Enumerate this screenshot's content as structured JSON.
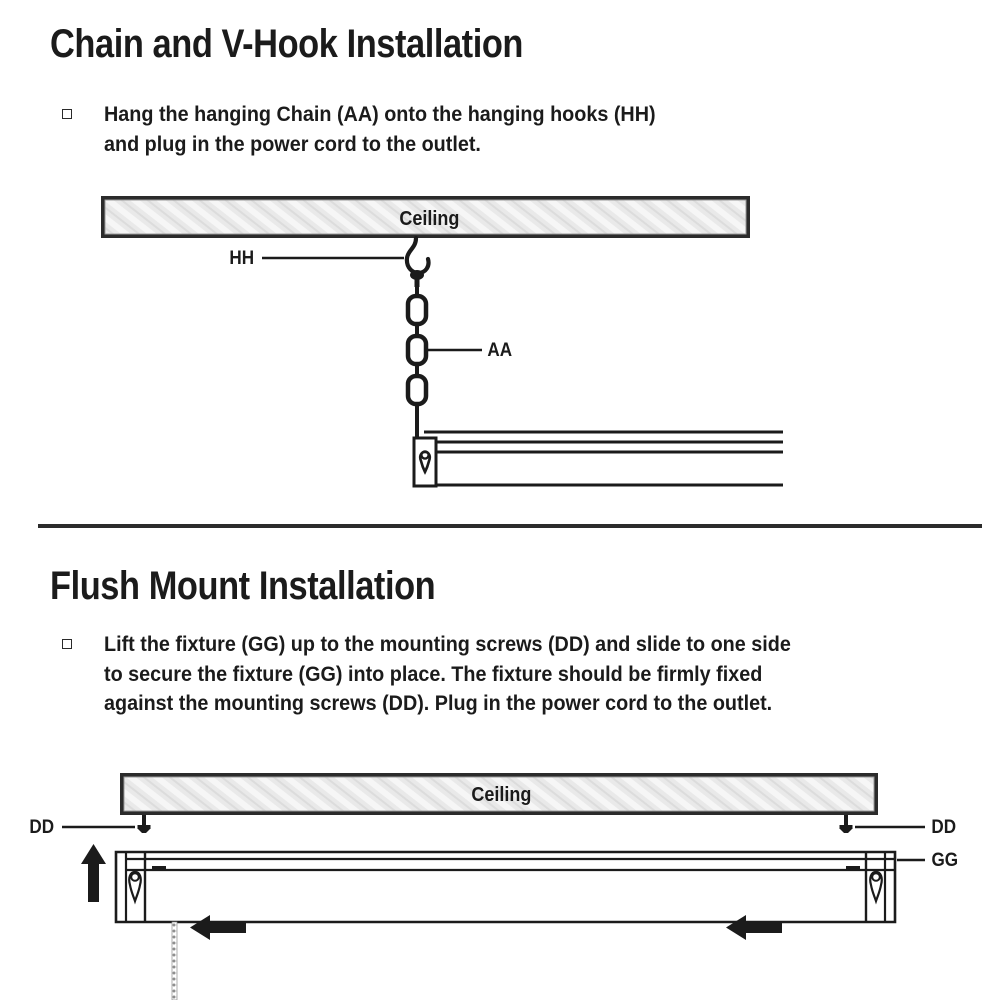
{
  "document": {
    "sections": [
      {
        "id": "chain-v-hook",
        "title": "Chain and V-Hook Installation",
        "instruction": "Hang the hanging Chain (AA) onto the hanging hooks (HH)\nand plug in the power cord to the outlet.",
        "diagram": {
          "ceiling_label": "Ceiling",
          "callouts": [
            {
              "id": "hh",
              "text": "HH",
              "points_to": "hanging-hook"
            },
            {
              "id": "aa",
              "text": "AA",
              "points_to": "hanging-chain"
            }
          ]
        }
      },
      {
        "id": "flush-mount",
        "title": "Flush Mount Installation",
        "instruction": "Lift the fixture (GG) up to the mounting screws (DD) and slide to one side\nto secure the fixture (GG) into place. The fixture should be firmly fixed\nagainst the mounting screws (DD). Plug in the power cord to the outlet.",
        "diagram": {
          "ceiling_label": "Ceiling",
          "callouts": [
            {
              "id": "dd-left",
              "text": "DD",
              "points_to": "mounting-screw-left"
            },
            {
              "id": "dd-right",
              "text": "DD",
              "points_to": "mounting-screw-right"
            },
            {
              "id": "gg-right",
              "text": "GG",
              "points_to": "fixture-body"
            }
          ],
          "motion_arrows": [
            {
              "id": "lift-arrow",
              "direction": "up"
            },
            {
              "id": "slide-arrow-left",
              "direction": "left"
            },
            {
              "id": "slide-arrow-right",
              "direction": "left"
            }
          ]
        }
      }
    ],
    "colors": {
      "ink": "#1b1b1b",
      "ceiling_fill": "#e8e8e8",
      "ceiling_border": "#2b2b2b",
      "hatch": "#d2d2d2",
      "divider": "#2b2b2b"
    }
  }
}
